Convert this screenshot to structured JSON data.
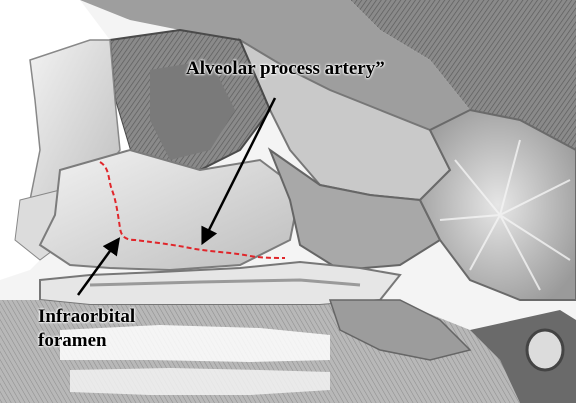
{
  "annotations": {
    "alveolar_process_artery": "Alveolar process artery”",
    "infraorbital_line1": "Infraorbital",
    "infraorbital_line2": "foramen"
  },
  "colors": {
    "artery_trace": "#e0262b",
    "arrow": "#000000",
    "label_text": "#000000"
  }
}
